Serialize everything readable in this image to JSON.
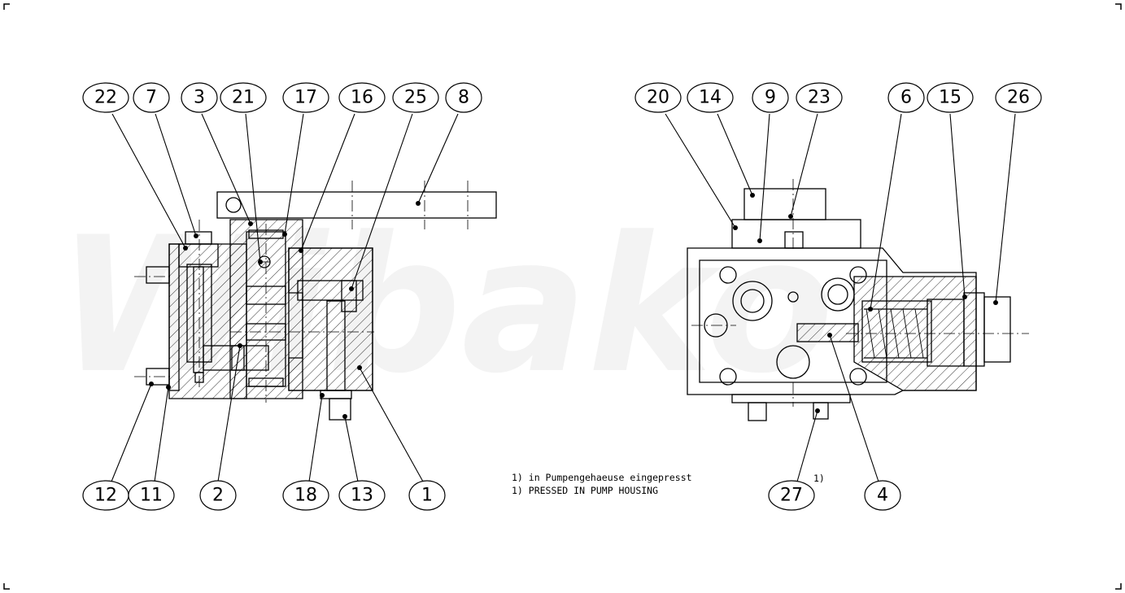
{
  "watermark": "Wibako",
  "balloons": [
    {
      "label": "22"
    },
    {
      "label": "7"
    },
    {
      "label": "3"
    },
    {
      "label": "21"
    },
    {
      "label": "17"
    },
    {
      "label": "16"
    },
    {
      "label": "25"
    },
    {
      "label": "8"
    },
    {
      "label": "20"
    },
    {
      "label": "14"
    },
    {
      "label": "9"
    },
    {
      "label": "23"
    },
    {
      "label": "6"
    },
    {
      "label": "15"
    },
    {
      "label": "26"
    },
    {
      "label": "12"
    },
    {
      "label": "11"
    },
    {
      "label": "2"
    },
    {
      "label": "18"
    },
    {
      "label": "13"
    },
    {
      "label": "1"
    },
    {
      "label": "27"
    },
    {
      "label": "4"
    }
  ],
  "footnote_marker": "1)",
  "notes": {
    "line_de": "1) in Pumpengehaeuse eingepresst",
    "line_en": "1) PRESSED IN PUMP HOUSING"
  }
}
